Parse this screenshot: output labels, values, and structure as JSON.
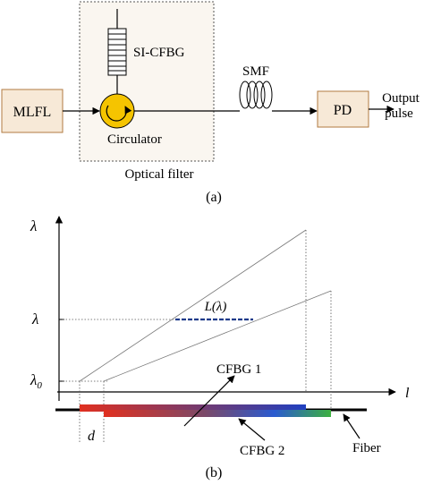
{
  "panel_a": {
    "mlfl": "MLFL",
    "si_cfbg": "SI-CFBG",
    "circulator": "Circulator",
    "smf": "SMF",
    "pd": "PD",
    "output_line1": "Output",
    "output_line2": "pulse",
    "optical_filter": "Optical filter",
    "caption": "(a)"
  },
  "panel_b": {
    "y_axis": "λ",
    "x_axis": "l",
    "lambda": "λ",
    "lambda0_main": "λ",
    "lambda0_sub": "0",
    "l_lambda": "L(λ)",
    "cfbg1": "CFBG 1",
    "cfbg2": "CFBG 2",
    "fiber": "Fiber",
    "d": "d",
    "caption": "(b)"
  },
  "colors": {
    "box_fill": "#f7e9d7",
    "box_stroke": "#b07a40",
    "circulator_fill": "#f5c400",
    "filter_bg": "#faf6f0",
    "dashed_lambda": "#1e3a8a",
    "grating_red": "#e03020",
    "grating_blue": "#2040c0",
    "grating_green": "#3cb040"
  }
}
